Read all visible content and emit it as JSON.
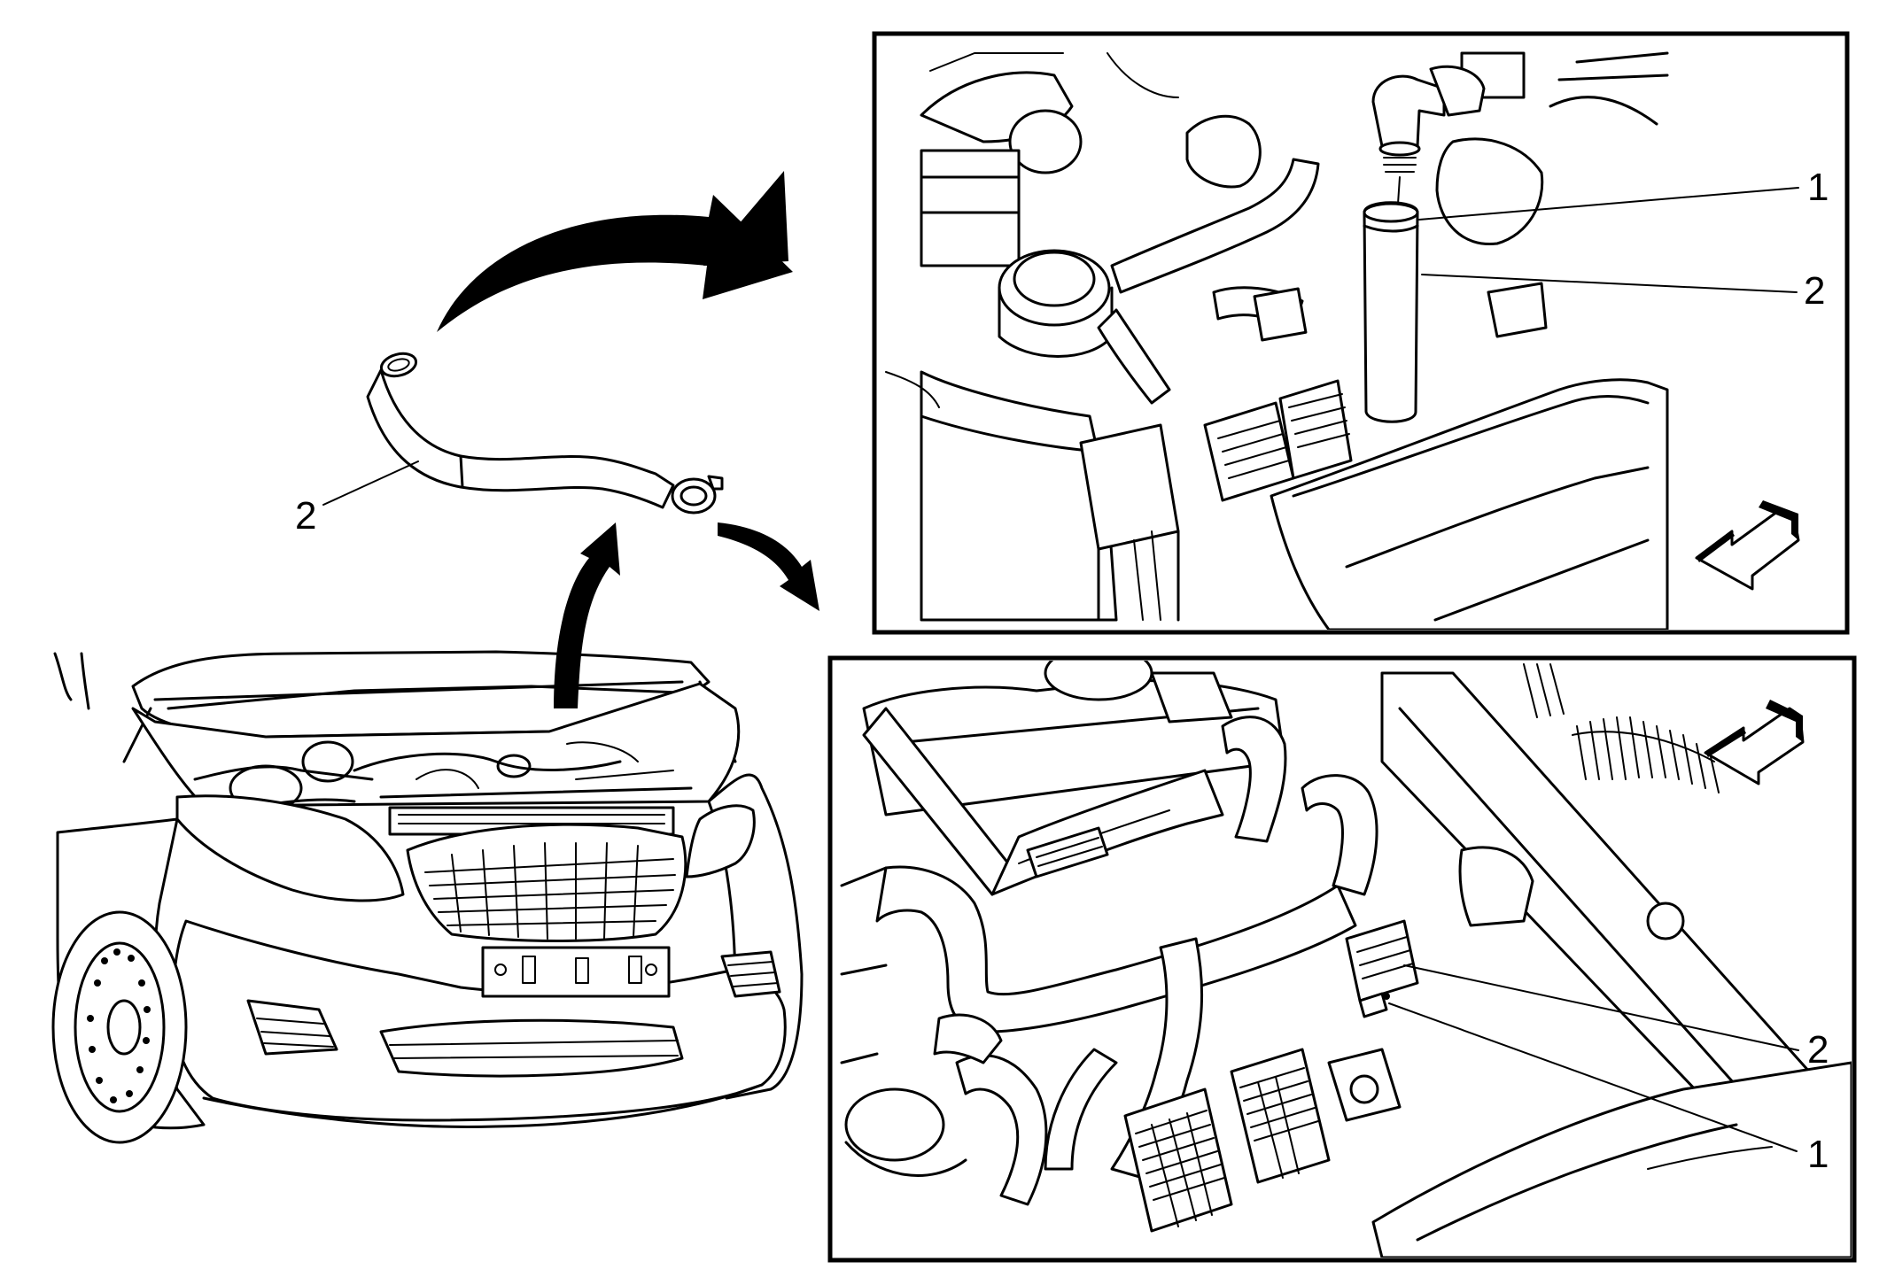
{
  "callouts": {
    "hose_overview": "2",
    "top_panel_item1": "1",
    "top_panel_item2": "2",
    "bottom_panel_item2": "2",
    "bottom_panel_item1": "1"
  },
  "icons": {
    "forward_arrow_top": "vehicle-front-direction-arrow-icon",
    "forward_arrow_bottom": "vehicle-front-direction-arrow-icon"
  }
}
